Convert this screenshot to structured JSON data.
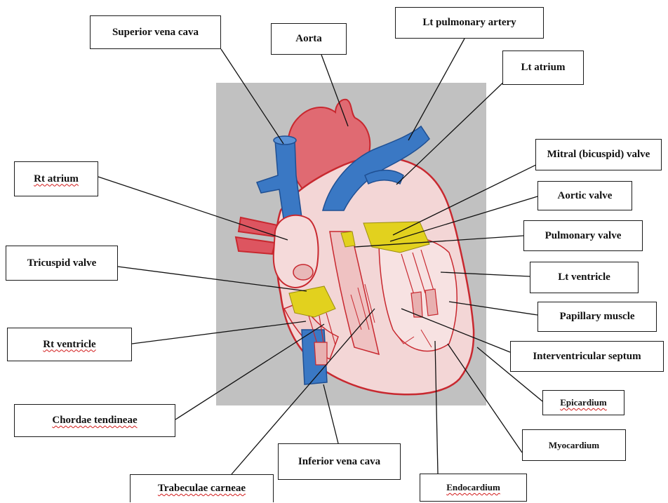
{
  "labels": {
    "superior_vena_cava": "Superior vena cava",
    "aorta": "Aorta",
    "lt_pulmonary_artery": "Lt pulmonary artery",
    "lt_atrium": "Lt atrium",
    "mitral_valve": "Mitral (bicuspid) valve",
    "rt_atrium": "Rt atrium",
    "aortic_valve": "Aortic valve",
    "pulmonary_valve": "Pulmonary valve",
    "tricuspid_valve": "Tricuspid valve",
    "lt_ventricle": "Lt  ventricle",
    "papillary_muscle": "Papillary muscle",
    "rt_ventricle": "Rt  ventricle",
    "interventricular_septum": "Interventricular septum",
    "epicardium": "Epicardium",
    "chordae_tendineae": "Chordae tendineae",
    "myocardium": "Myocardium",
    "inferior_vena_cava": "Inferior vena cava",
    "endocardium": "Endocardium",
    "trabeculae_carneae": "Trabeculae carneae"
  },
  "colors": {
    "background_photo": "#bfbfbf",
    "vessel_blue": "#3a78c4",
    "vessel_red": "#d8424c",
    "outline_red": "#c8282f",
    "chamber_pink": "#f2d3d3",
    "valve_yellow": "#e2d11e",
    "spellcheck_underline": "#d21a1a"
  }
}
